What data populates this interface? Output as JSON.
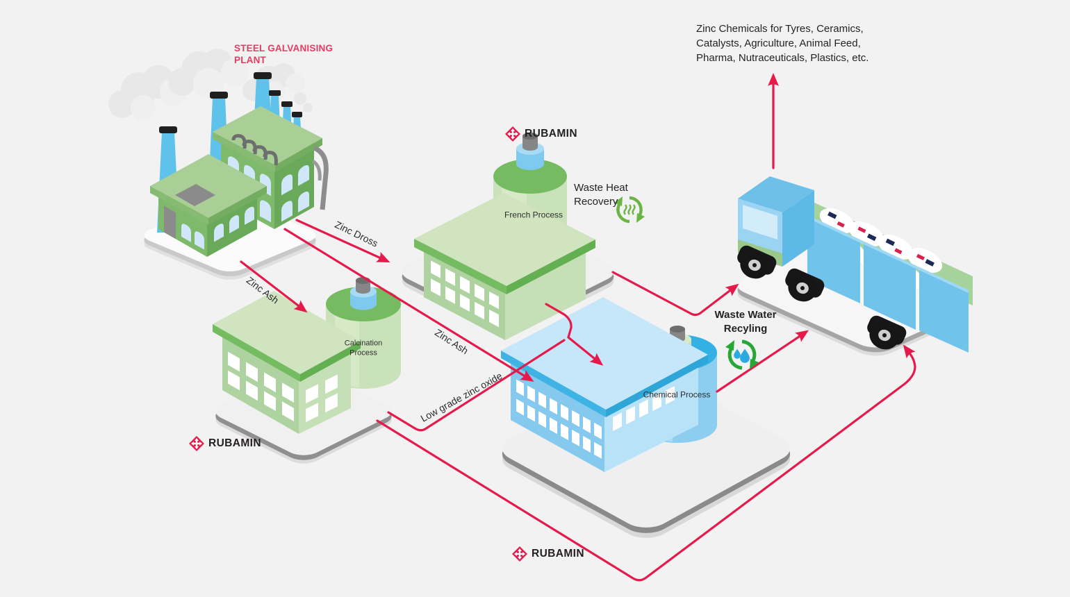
{
  "brand": {
    "name": "RUBAMIN"
  },
  "colors": {
    "background": "#f2f2f3",
    "arrow_red": "#e6194b",
    "brand_red": "#e6194b",
    "eco_green": "#6cb544",
    "water_blue": "#29abe2",
    "plant_green": "#7eb96c",
    "plant_light_green": "#c9e2ba",
    "plant_blue": "#8ccdf0"
  },
  "icons": {
    "rubamin_logo": "four-way-arrows-diamond-icon",
    "waste_heat": "recycle-arrows-heat-icon",
    "waste_water": "recycle-arrows-droplets-icon"
  },
  "nodes": {
    "steel_plant": {
      "title": "STEEL GALVANISING\nPLANT"
    },
    "french_plant": {
      "process_label": "French Process"
    },
    "calcination_plant": {
      "process_label": "Calcination\nProcess"
    },
    "chemical_plant": {
      "process_label": "Chemical Process"
    }
  },
  "flows": {
    "zinc_dross": {
      "label": "Zinc Dross",
      "from": "steel-galvanising-plant",
      "to": "french-process-plant"
    },
    "zinc_ash_to_calcination": {
      "label": "Zinc Ash",
      "from": "steel-galvanising-plant",
      "to": "calcination-plant"
    },
    "zinc_ash_to_chemical": {
      "label": "Zinc Ash",
      "from": "steel-galvanising-plant",
      "to": "chemical-plant"
    },
    "low_grade_zinc_oxide": {
      "label": "Low grade zinc oxide",
      "from": "calcination-plant",
      "to": "chemical-plant"
    }
  },
  "annotations": {
    "waste_heat_recovery": {
      "text": "Waste Heat\nRecovery"
    },
    "waste_water_recycling": {
      "text": "Waste Water\nRecyling"
    },
    "products": {
      "text": "Zinc Chemicals for Tyres, Ceramics,\nCatalysts, Agriculture, Animal Feed,\nPharma, Nutraceuticals, Plastics, etc."
    }
  }
}
